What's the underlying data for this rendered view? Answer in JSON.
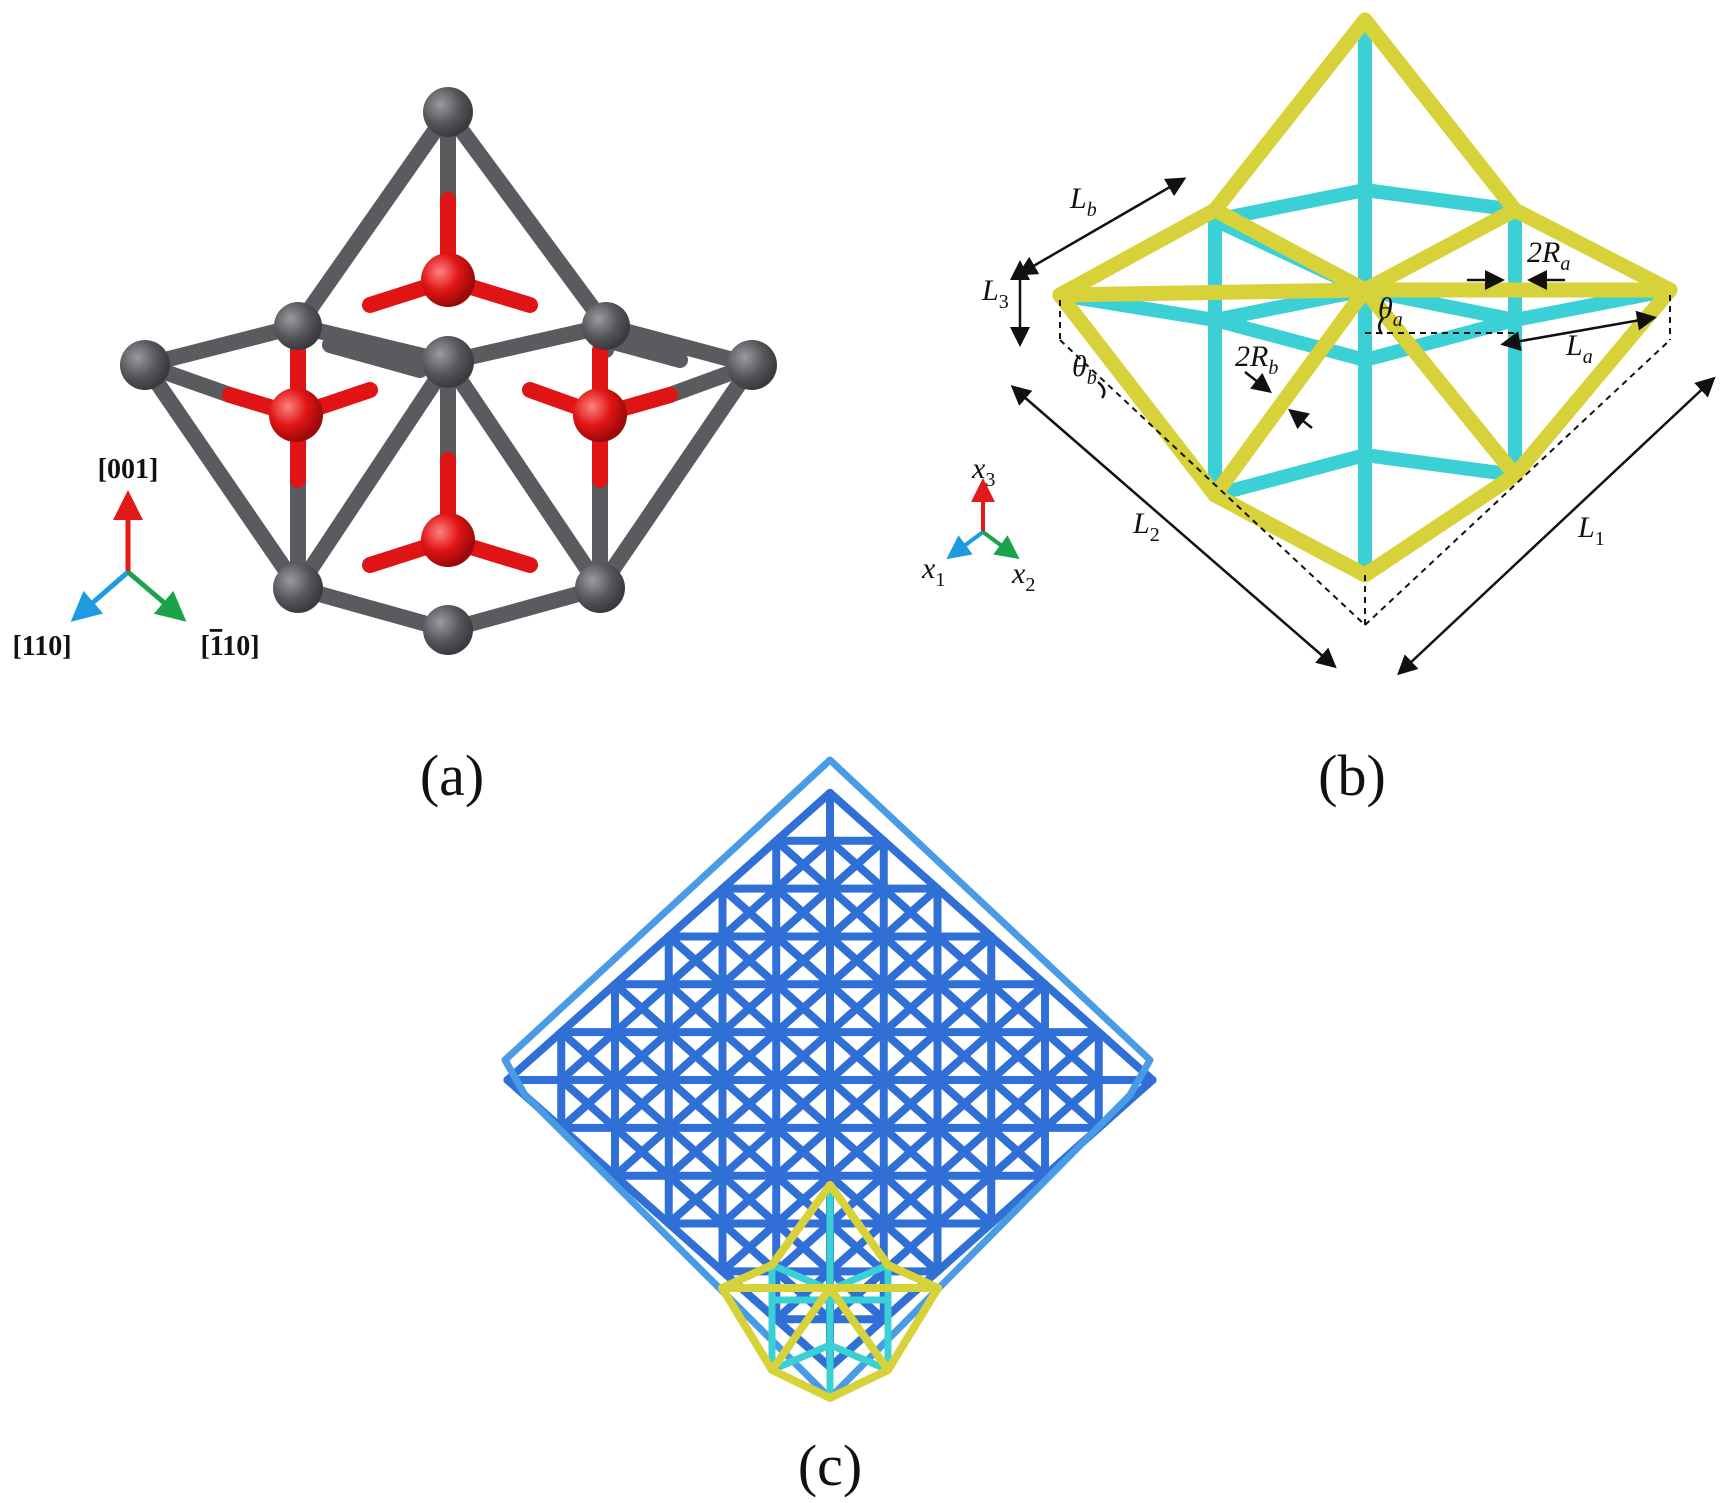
{
  "panel_a": {
    "caption": "(a)",
    "axes": {
      "z": "[001]",
      "x": "[110]",
      "y_bar": "1",
      "y_rest": "10"
    }
  },
  "panel_b": {
    "caption": "(b)",
    "labels": {
      "Lb": {
        "main": "L",
        "sub": "b"
      },
      "L3": {
        "main": "L",
        "sub": "3"
      },
      "L2": {
        "main": "L",
        "sub": "2"
      },
      "L1": {
        "main": "L",
        "sub": "1"
      },
      "La": {
        "main": "L",
        "sub": "a"
      },
      "Ra": {
        "main": "2R",
        "sub": "a"
      },
      "Rb": {
        "main": "2R",
        "sub": "b"
      },
      "theta_a": {
        "main": "θ",
        "sub": "a"
      },
      "theta_b": {
        "main": "θ",
        "sub": "b"
      }
    },
    "axes": {
      "x1": {
        "main": "x",
        "sub": "1"
      },
      "x2": {
        "main": "x",
        "sub": "2"
      },
      "x3": {
        "main": "x",
        "sub": "3"
      }
    }
  },
  "panel_c": {
    "caption": "(c)"
  },
  "colors": {
    "atom_gray": "#5a5b5f",
    "atom_red": "#e01414",
    "yellow_strut": "#d8d23a",
    "cyan_strut": "#3ad0d6",
    "blue_strut": "#2f6fd6",
    "axis_red": "#e41a1a",
    "axis_blue": "#1e9be0",
    "axis_green": "#1aa34a"
  }
}
